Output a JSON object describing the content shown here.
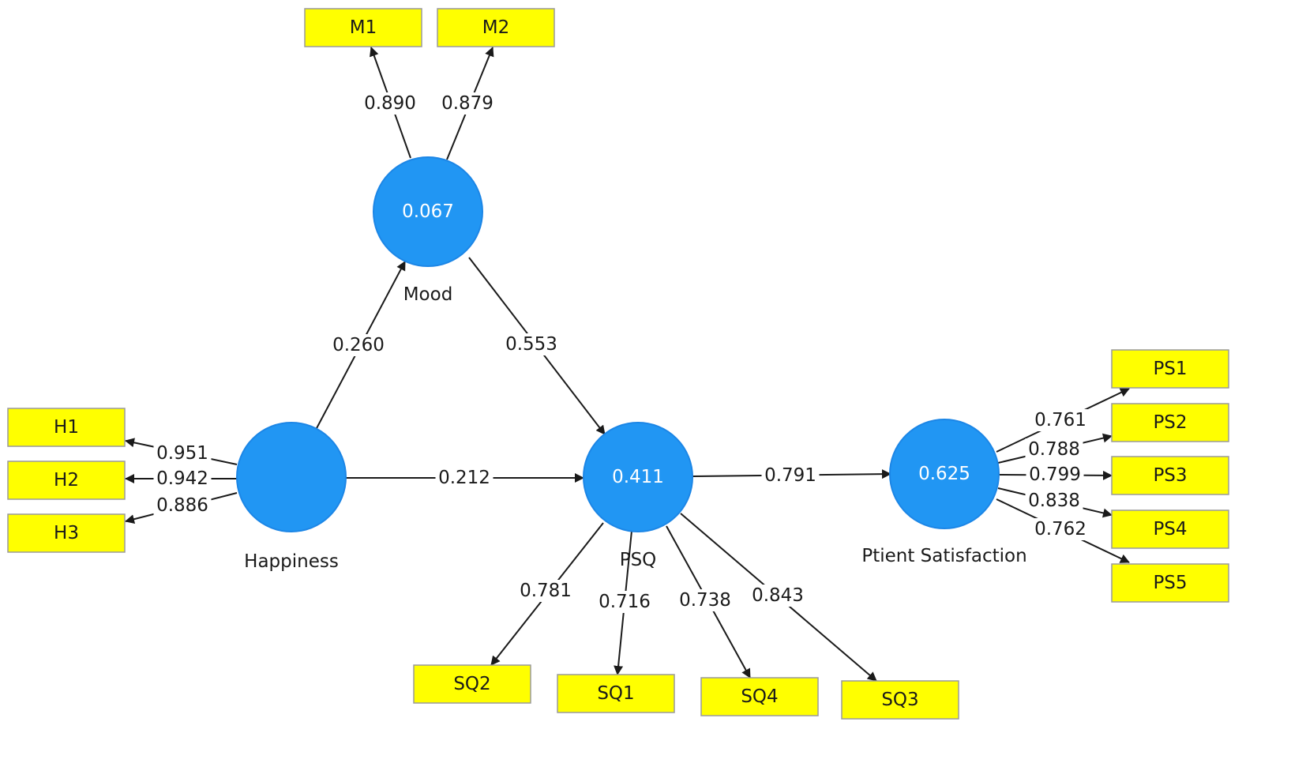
{
  "colors": {
    "construct_fill": "#2196f3",
    "indicator_fill": "#ffff00",
    "line": "#1a1a1a"
  },
  "constructs": [
    {
      "id": "mood",
      "name": "Mood",
      "value": "0.067"
    },
    {
      "id": "happiness",
      "name": "Happiness",
      "value": ""
    },
    {
      "id": "psq",
      "name": "PSQ",
      "value": "0.411"
    },
    {
      "id": "ptient_satisfaction",
      "name": "Ptient Satisfaction",
      "value": "0.625"
    }
  ],
  "indicators": [
    {
      "id": "M1",
      "label": "M1"
    },
    {
      "id": "M2",
      "label": "M2"
    },
    {
      "id": "H1",
      "label": "H1"
    },
    {
      "id": "H2",
      "label": "H2"
    },
    {
      "id": "H3",
      "label": "H3"
    },
    {
      "id": "SQ2",
      "label": "SQ2"
    },
    {
      "id": "SQ1",
      "label": "SQ1"
    },
    {
      "id": "SQ4",
      "label": "SQ4"
    },
    {
      "id": "SQ3",
      "label": "SQ3"
    },
    {
      "id": "PS1",
      "label": "PS1"
    },
    {
      "id": "PS2",
      "label": "PS2"
    },
    {
      "id": "PS3",
      "label": "PS3"
    },
    {
      "id": "PS4",
      "label": "PS4"
    },
    {
      "id": "PS5",
      "label": "PS5"
    }
  ],
  "edges": [
    {
      "id": "mood-M1",
      "from": "mood",
      "to": "M1",
      "label": "0.890"
    },
    {
      "id": "mood-M2",
      "from": "mood",
      "to": "M2",
      "label": "0.879"
    },
    {
      "id": "happiness-mood",
      "from": "happiness",
      "to": "mood",
      "label": "0.260"
    },
    {
      "id": "mood-psq",
      "from": "mood",
      "to": "psq",
      "label": "0.553"
    },
    {
      "id": "happiness-psq",
      "from": "happiness",
      "to": "psq",
      "label": "0.212"
    },
    {
      "id": "psq-ptient_satisfaction",
      "from": "psq",
      "to": "ptient_satisfaction",
      "label": "0.791"
    },
    {
      "id": "happiness-H1",
      "from": "happiness",
      "to": "H1",
      "label": "0.951"
    },
    {
      "id": "happiness-H2",
      "from": "happiness",
      "to": "H2",
      "label": "0.942"
    },
    {
      "id": "happiness-H3",
      "from": "happiness",
      "to": "H3",
      "label": "0.886"
    },
    {
      "id": "psq-SQ2",
      "from": "psq",
      "to": "SQ2",
      "label": "0.781"
    },
    {
      "id": "psq-SQ1",
      "from": "psq",
      "to": "SQ1",
      "label": "0.716"
    },
    {
      "id": "psq-SQ4",
      "from": "psq",
      "to": "SQ4",
      "label": "0.738"
    },
    {
      "id": "psq-SQ3",
      "from": "psq",
      "to": "SQ3",
      "label": "0.843"
    },
    {
      "id": "ptient_satisfaction-PS1",
      "from": "ptient_satisfaction",
      "to": "PS1",
      "label": "0.761"
    },
    {
      "id": "ptient_satisfaction-PS2",
      "from": "ptient_satisfaction",
      "to": "PS2",
      "label": "0.788"
    },
    {
      "id": "ptient_satisfaction-PS3",
      "from": "ptient_satisfaction",
      "to": "PS3",
      "label": "0.799"
    },
    {
      "id": "ptient_satisfaction-PS4",
      "from": "ptient_satisfaction",
      "to": "PS4",
      "label": "0.838"
    },
    {
      "id": "ptient_satisfaction-PS5",
      "from": "ptient_satisfaction",
      "to": "PS5",
      "label": "0.762"
    }
  ]
}
